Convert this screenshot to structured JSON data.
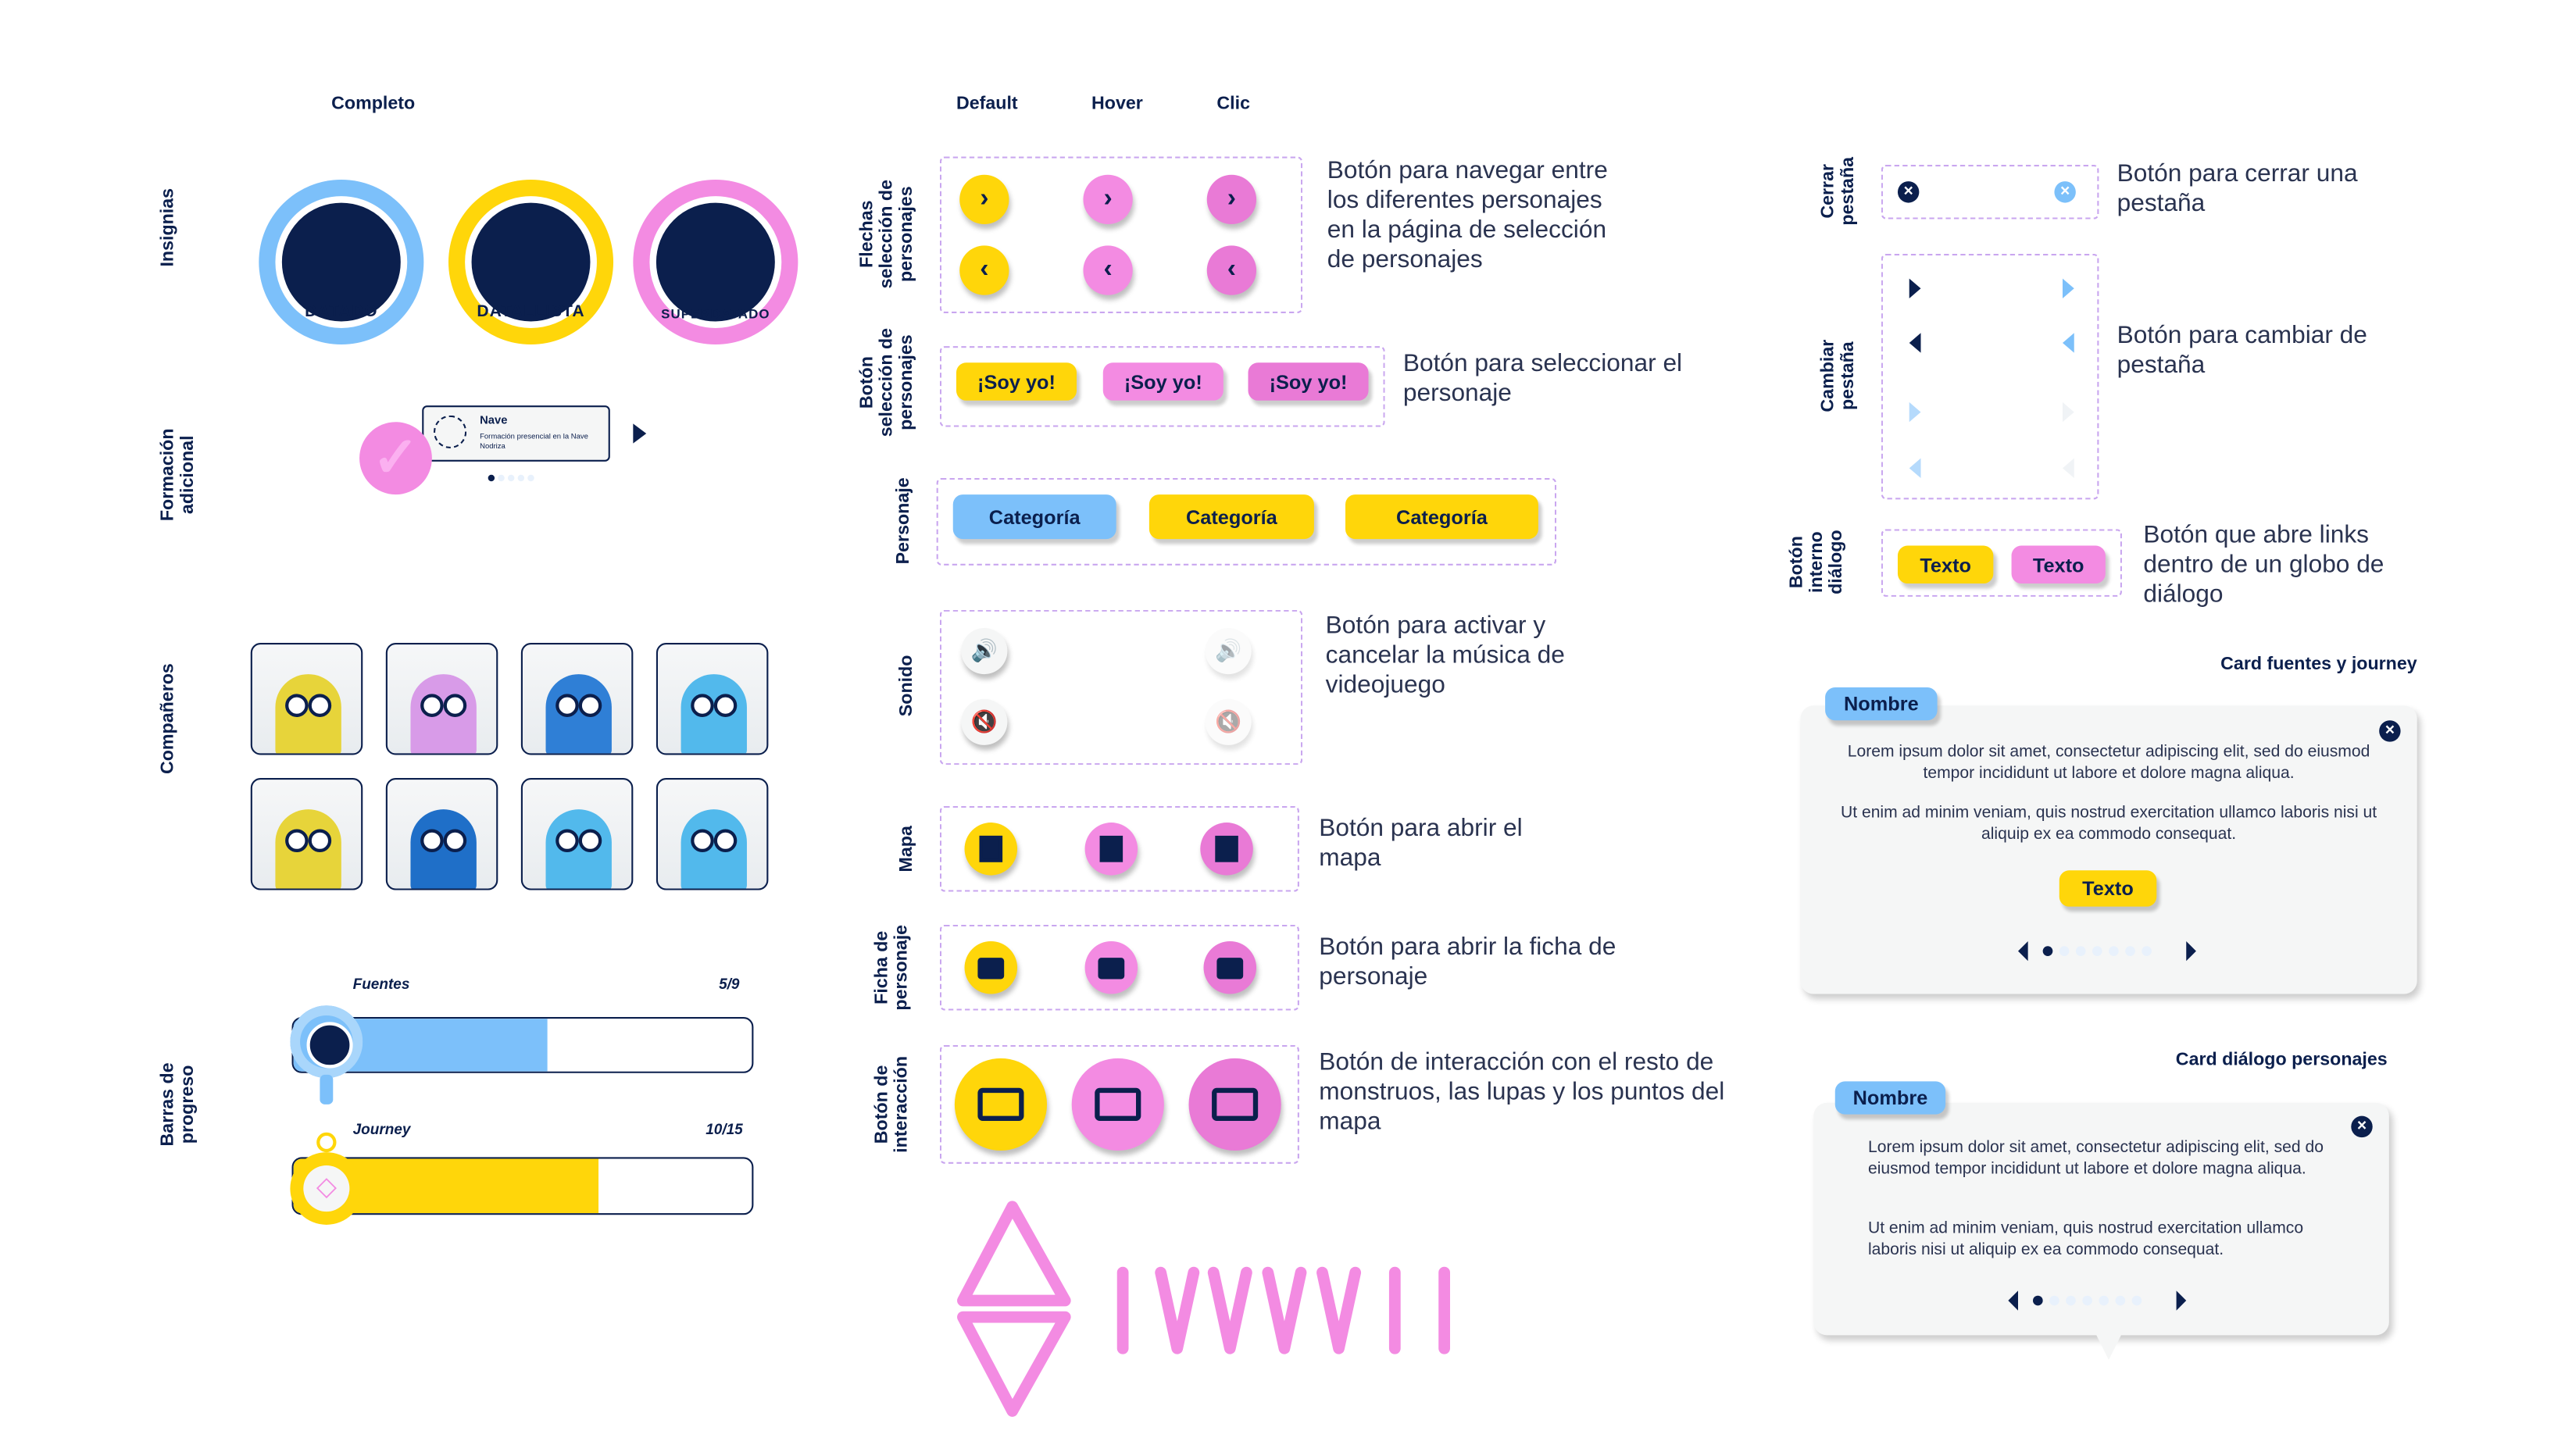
{
  "headers": {
    "completo": "Completo",
    "default": "Default",
    "hover": "Hover",
    "clic": "Clic"
  },
  "left": {
    "labels": {
      "insignias": "Insignias",
      "formacion": "Formación adicional",
      "companeros": "Compañeros",
      "barras": "Barras de progreso"
    },
    "badges": [
      {
        "text": "DATADO",
        "color": "#7cc0fa"
      },
      {
        "text": "DATALLISTA",
        "color": "#ffd60a"
      },
      {
        "text": "SUPERDATADO",
        "color": "#f38be2"
      }
    ],
    "formacion_card": {
      "title": "Nave",
      "subtitle": "Formación presencial en la Nave Nodriza",
      "pages": 5,
      "current_page": 1
    },
    "companions": [
      {
        "color": "#e7d43a"
      },
      {
        "color": "#d89be8"
      },
      {
        "color": "#2f7fd6"
      },
      {
        "color": "#52b9ec"
      },
      {
        "color": "#e7d43a"
      },
      {
        "color": "#1f6fc8"
      },
      {
        "color": "#52b9ec"
      },
      {
        "color": "#52b9ec"
      }
    ],
    "progress": [
      {
        "label": "Fuentes",
        "value_text": "5/9",
        "value": 5,
        "max": 9,
        "color": "#7cc0fa"
      },
      {
        "label": "Journey",
        "value_text": "10/15",
        "value": 10,
        "max": 15,
        "color": "#ffd60a"
      }
    ]
  },
  "middle": {
    "labels": {
      "flechas": "Flechas selección de personajes",
      "boton_sel": "Botón selección de personajes",
      "personaje": "Personaje",
      "sonido": "Sonido",
      "mapa": "Mapa",
      "ficha": "Ficha de personaje",
      "interaccion": "Botón de interacción"
    },
    "descriptions": {
      "flechas": "Botón para navegar entre los diferentes personajes en la página de selección de personajes",
      "boton_sel": "Botón para seleccionar el personaje",
      "sonido": "Botón para activar y cancelar la música de videojuego",
      "mapa": "Botón para abrir el mapa",
      "ficha": "Botón para abrir la ficha de personaje",
      "interaccion": "Botón de interacción con el resto de monstruos, las lupas y los puntos del mapa"
    },
    "soy_yo": "¡Soy yo!",
    "categoria": "Categoría"
  },
  "right": {
    "labels": {
      "cerrar": "Cerrar pestaña",
      "cambiar": "Cambiar pestaña",
      "interno": "Botón interno diálogo"
    },
    "descriptions": {
      "cerrar": "Botón para cerrar una pestaña",
      "cambiar": "Botón para cambiar de pestaña",
      "interno": "Botón que abre links dentro de un globo de diálogo"
    },
    "texto": "Texto",
    "card1": {
      "heading": "Card fuentes y journey",
      "name": "Nombre",
      "p1": "Lorem ipsum dolor sit amet, consectetur adipiscing elit, sed do eiusmod tempor incididunt ut labore et dolore magna aliqua.",
      "p2": "Ut enim ad minim veniam, quis nostrud exercitation ullamco laboris nisi ut aliquip ex ea commodo consequat.",
      "button": "Texto",
      "pages": 7,
      "current_page": 1
    },
    "card2": {
      "heading": "Card diálogo personajes",
      "name": "Nombre",
      "p1": "Lorem ipsum dolor sit amet, consectetur adipiscing elit, sed do eiusmod tempor incididunt ut labore et dolore magna aliqua.",
      "p2": "Ut enim ad minim veniam, quis nostrud exercitation ullamco laboris nisi ut aliquip ex ea commodo consequat.",
      "pages": 7,
      "current_page": 1
    }
  },
  "colors": {
    "navy": "#0b1f4d",
    "yellow": "#ffd60a",
    "pink": "#f38be2",
    "blue": "#7cc0fa"
  }
}
